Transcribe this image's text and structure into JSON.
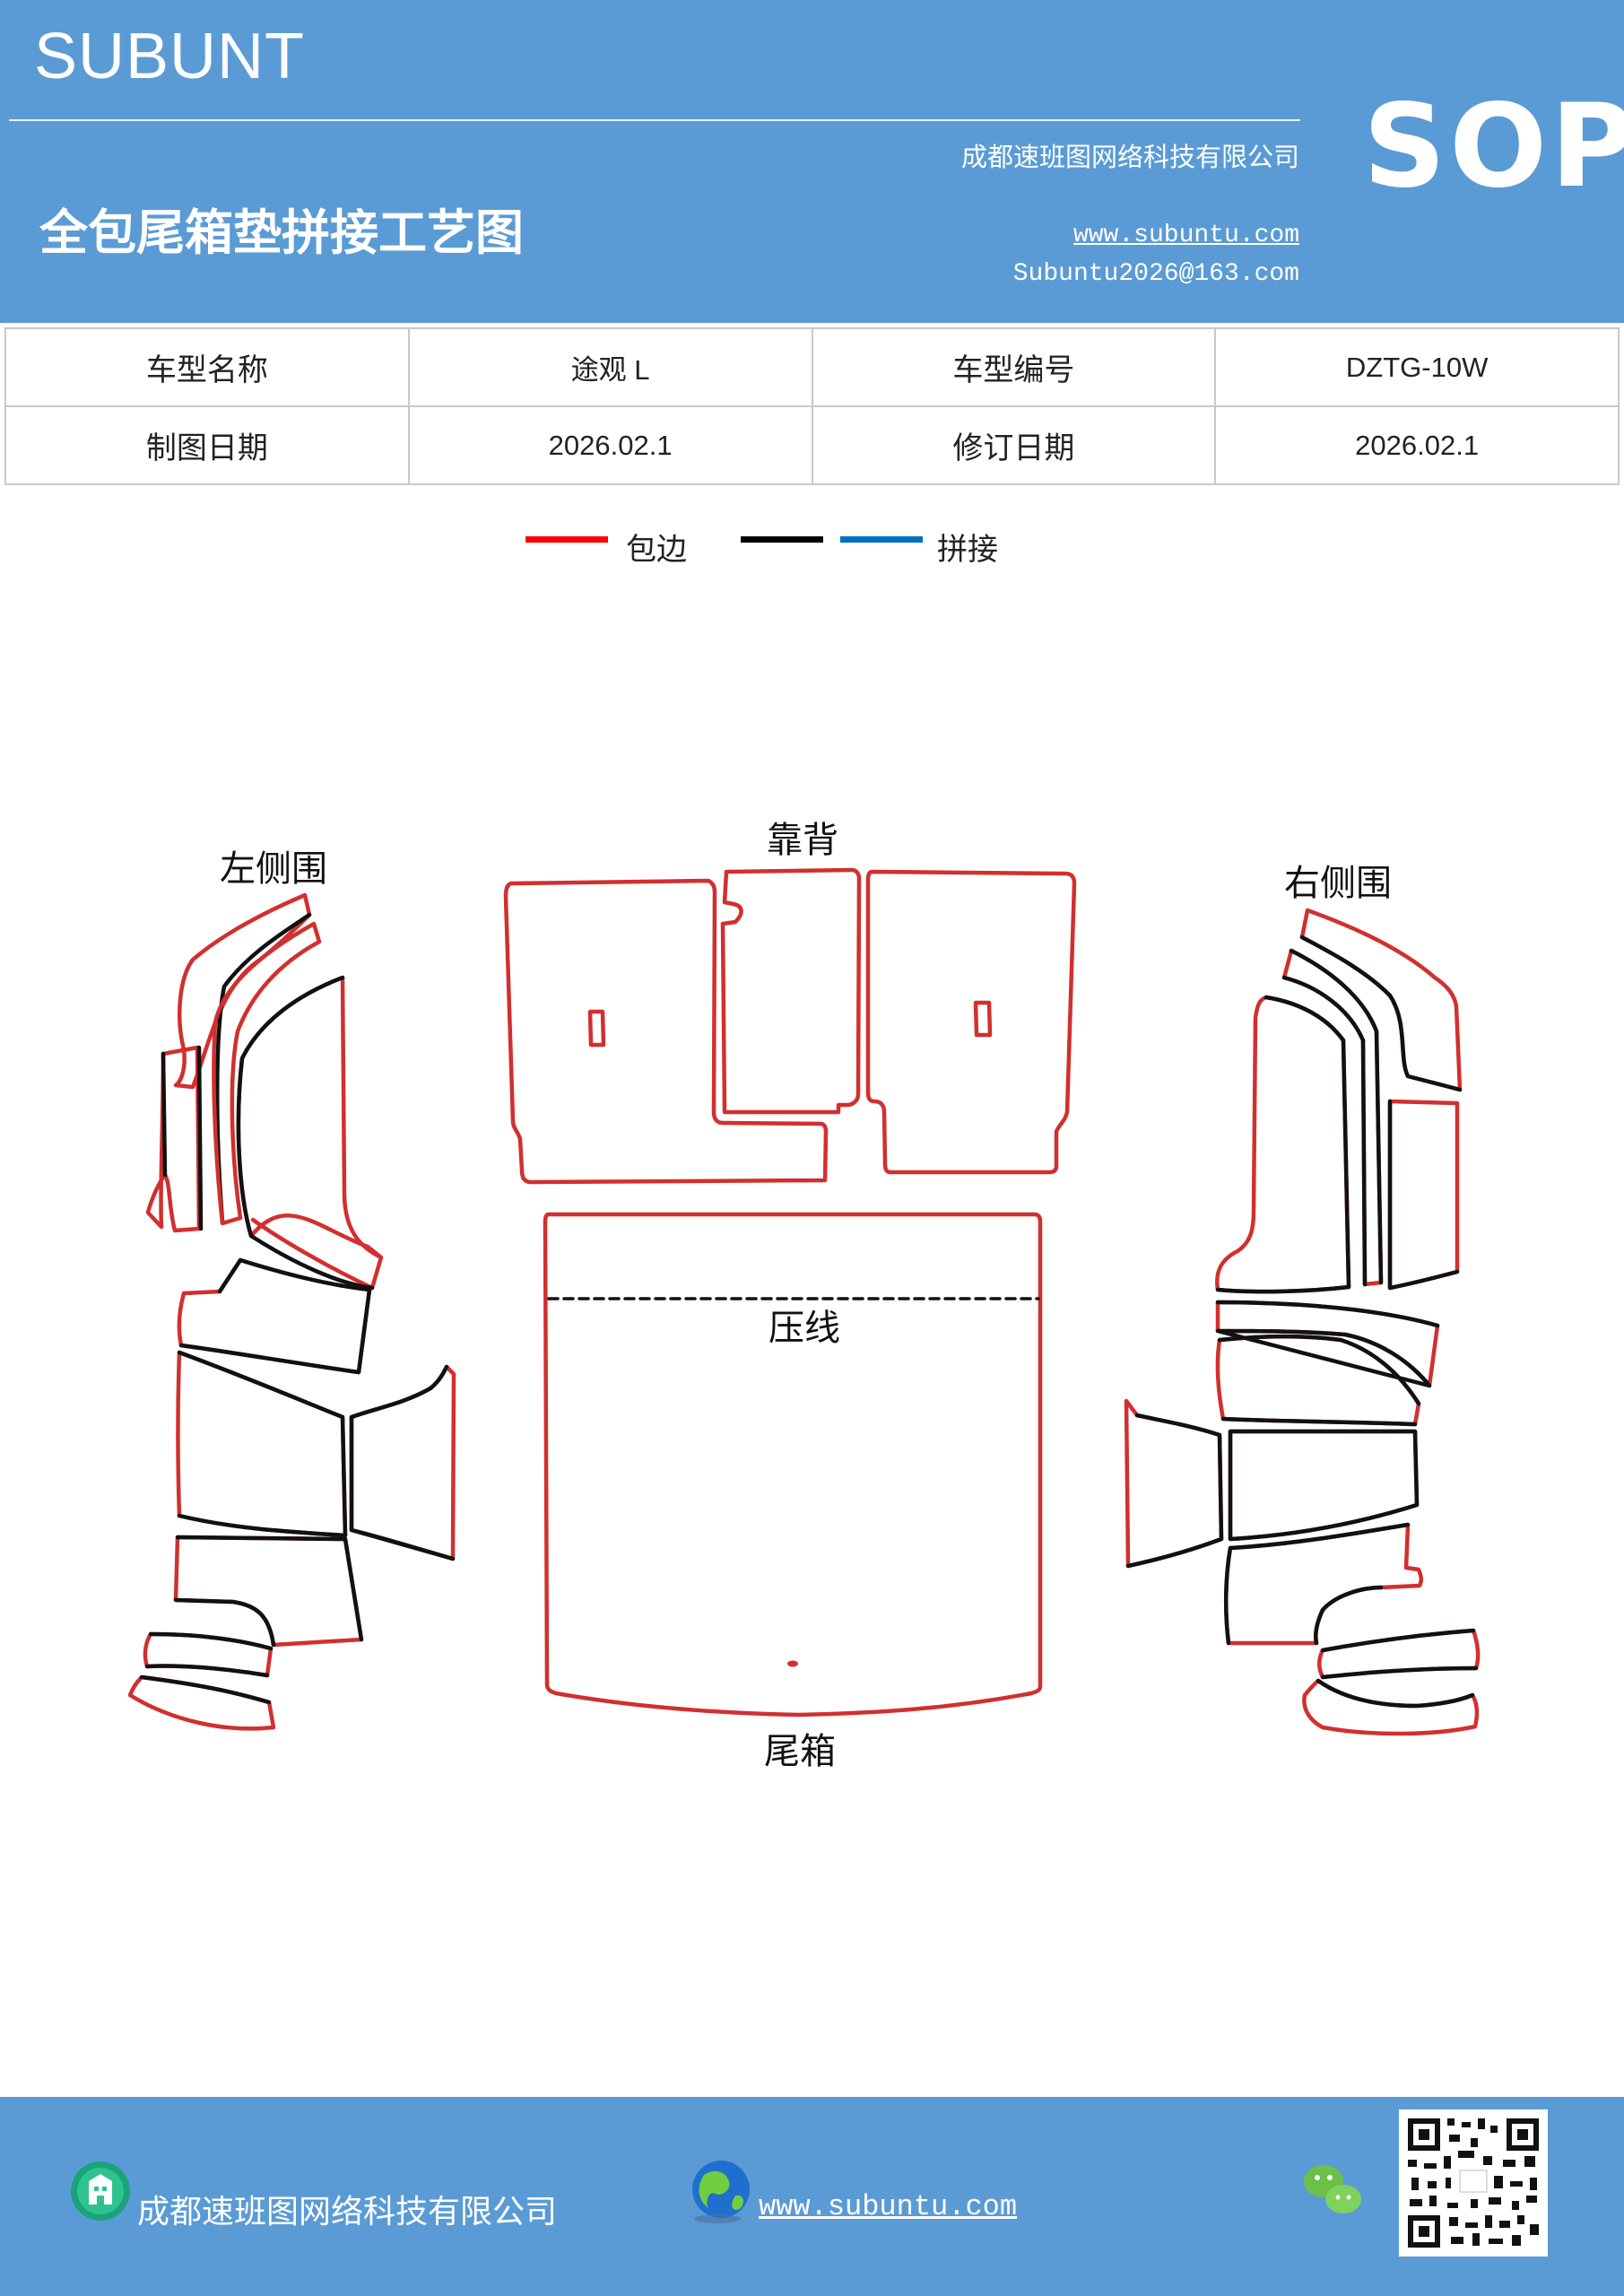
{
  "header": {
    "brand": "SUBUNT",
    "company": "成都速班图网络科技有限公司",
    "title": "全包尾箱垫拼接工艺图",
    "website": "www.subuntu.com",
    "email": "Subuntu2026@163.com",
    "badge": "SOP"
  },
  "info_table": {
    "rows": [
      [
        {
          "text": "车型名称",
          "kind": "label"
        },
        {
          "text": "途观 L",
          "kind": "value"
        },
        {
          "text": "车型编号",
          "kind": "label"
        },
        {
          "text": "DZTG-10W",
          "kind": "value"
        }
      ],
      [
        {
          "text": "制图日期",
          "kind": "label"
        },
        {
          "text": "2026.02.1",
          "kind": "value"
        },
        {
          "text": "修订日期",
          "kind": "label"
        },
        {
          "text": "2026.02.1",
          "kind": "value"
        }
      ]
    ]
  },
  "legend": {
    "items": [
      {
        "label": "包边",
        "color": "#ff0000"
      },
      {
        "label": "",
        "color": "#000000"
      },
      {
        "label": "拼接",
        "color": "#0070c0"
      }
    ]
  },
  "diagram": {
    "labels": {
      "left_side": "左侧围",
      "backrest": "靠背",
      "right_side": "右侧围",
      "crease": "压线",
      "trunk": "尾箱"
    },
    "colors": {
      "edge": "#d22f2f",
      "seam": "#111111"
    }
  },
  "footer": {
    "company": "成都速班图网络科技有限公司",
    "website": "www.subuntu.com "
  }
}
